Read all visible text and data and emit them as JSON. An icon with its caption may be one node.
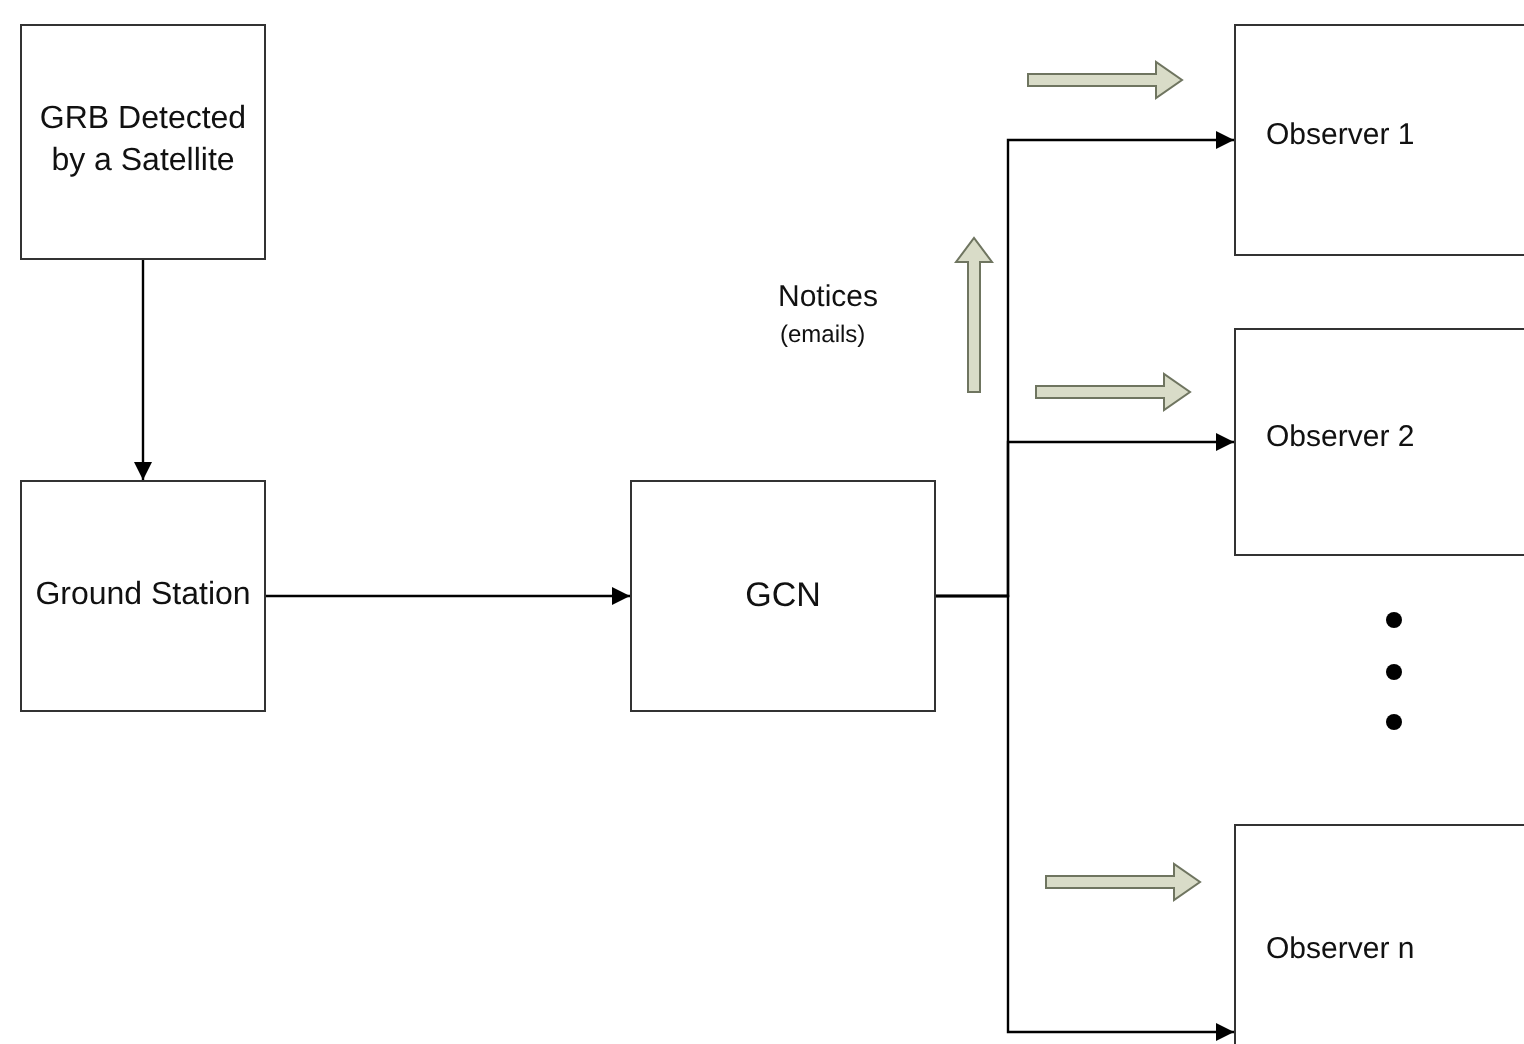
{
  "diagram": {
    "nodes": [
      {
        "text": [
          "GRB Detected by a Satellite"
        ]
      },
      {
        "text": [
          "Ground Station"
        ]
      },
      {
        "text": [
          "GCN"
        ]
      },
      {
        "text": [
          "Observer 1"
        ]
      },
      {
        "text": [
          "Observer 2"
        ]
      },
      {
        "text": [
          "Observer n"
        ]
      }
    ],
    "edges": [
      {
        "from": 0,
        "to": 1,
        "arrow": "to"
      },
      {
        "from": 1,
        "to": 2,
        "arrow": "to"
      },
      {
        "from": 2,
        "to": 3,
        "arrow": "to"
      },
      {
        "from": 2,
        "to": 4,
        "arrow": "to"
      },
      {
        "from": 2,
        "to": 5,
        "arrow": "to"
      }
    ],
    "labels": [
      "Notices",
      "(emails)"
    ]
  }
}
